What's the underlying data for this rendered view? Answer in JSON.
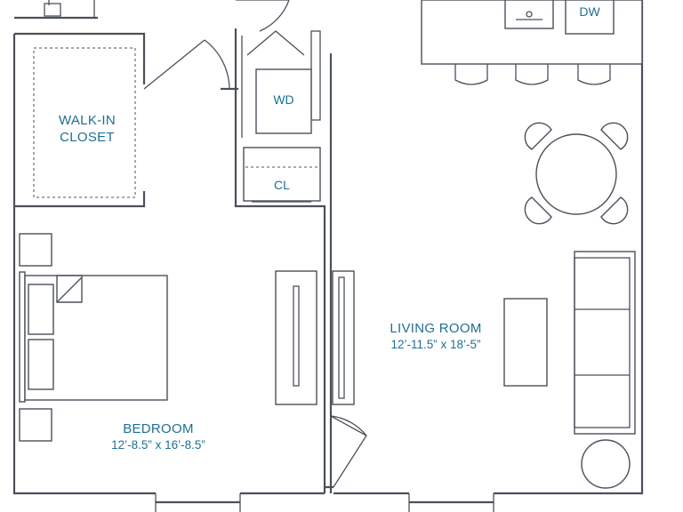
{
  "rooms": {
    "walk_in_closet": {
      "line1": "WALK-IN",
      "line2": "CLOSET"
    },
    "living_room": {
      "name": "LIVING ROOM",
      "dimensions": "12’-11.5” x 18’-5”"
    },
    "bedroom": {
      "name": "BEDROOM",
      "dimensions": "12’-8.5” x 16’-8.5”"
    }
  },
  "fixtures": {
    "washer_dryer": "WD",
    "closet": "CL",
    "dishwasher": "DW"
  },
  "colors": {
    "label": "#1f6f94",
    "line": "#4b505a"
  }
}
